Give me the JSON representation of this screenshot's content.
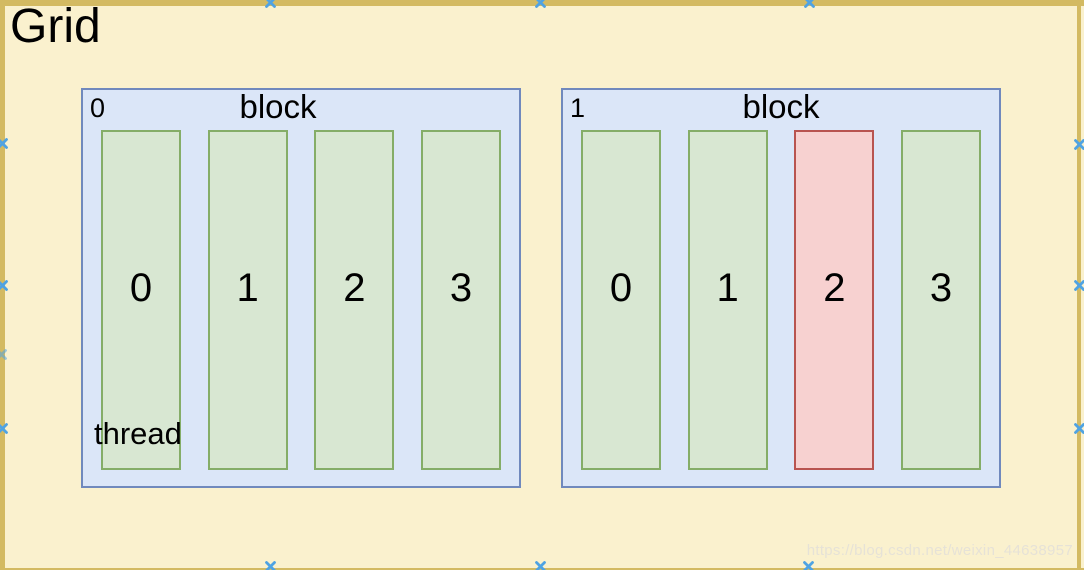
{
  "diagram": {
    "title": "Grid",
    "blocks": [
      {
        "index": "0",
        "label": "block",
        "thread_label": "thread",
        "threads": [
          {
            "id": "0",
            "highlighted": false
          },
          {
            "id": "1",
            "highlighted": false
          },
          {
            "id": "2",
            "highlighted": false
          },
          {
            "id": "3",
            "highlighted": false
          }
        ]
      },
      {
        "index": "1",
        "label": "block",
        "threads": [
          {
            "id": "0",
            "highlighted": false
          },
          {
            "id": "1",
            "highlighted": false
          },
          {
            "id": "2",
            "highlighted": true
          },
          {
            "id": "3",
            "highlighted": false
          }
        ]
      }
    ]
  },
  "watermark": {
    "text": "https://blog.csdn.net/weixin_44638957"
  },
  "icons": {
    "connection_point": "x-mark"
  },
  "colors": {
    "page_background": "#faf1ce",
    "page_border": "#d3ba62",
    "block_fill": "#dbe6f8",
    "block_border": "#7089bd",
    "thread_fill": "#d8e7d2",
    "thread_border": "#85ad68",
    "thread_highlight_fill": "#f7d1d0",
    "thread_highlight_border": "#b85450",
    "connection_point": "#4fa3e3",
    "watermark_text": "#e6e2d7"
  }
}
